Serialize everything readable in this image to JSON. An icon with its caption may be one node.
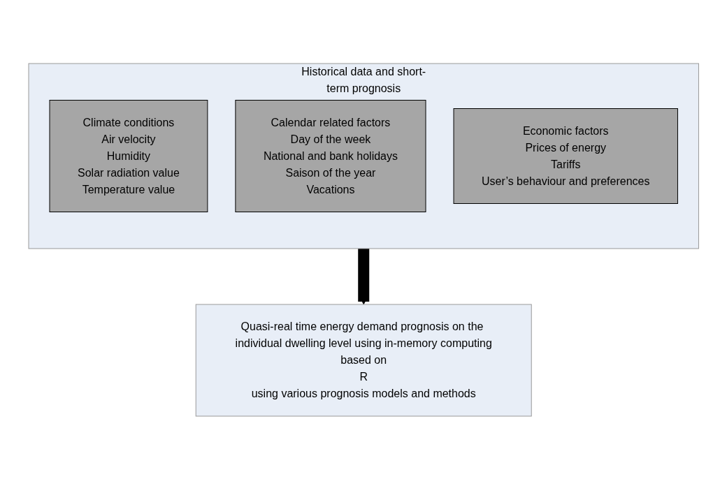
{
  "diagram": {
    "nodes": [
      {
        "text": [
          "Historical data and short-term prognosis"
        ]
      },
      {
        "text": [
          "Climate conditions",
          "Air velocity",
          "Humidity",
          "Solar radiation value",
          "Temperature value"
        ],
        "in": 0
      },
      {
        "text": [
          "Calendar related factors",
          "Day of the week",
          "National and bank holidays",
          "Saison of the year",
          "Vacations"
        ],
        "in": 0
      },
      {
        "text": [
          "Economic factors",
          "Prices of energy",
          "Tariffs",
          "User’s behaviour and preferences"
        ],
        "in": 0
      },
      {
        "text": [
          "Quasi-real time energy demand prognosis on the individual dwelling level using in-memory computing",
          "based on",
          "R",
          "using various prognosis models and methods"
        ]
      }
    ],
    "edges": [
      {
        "from": 0,
        "to": 4,
        "arrow": "to"
      }
    ]
  }
}
